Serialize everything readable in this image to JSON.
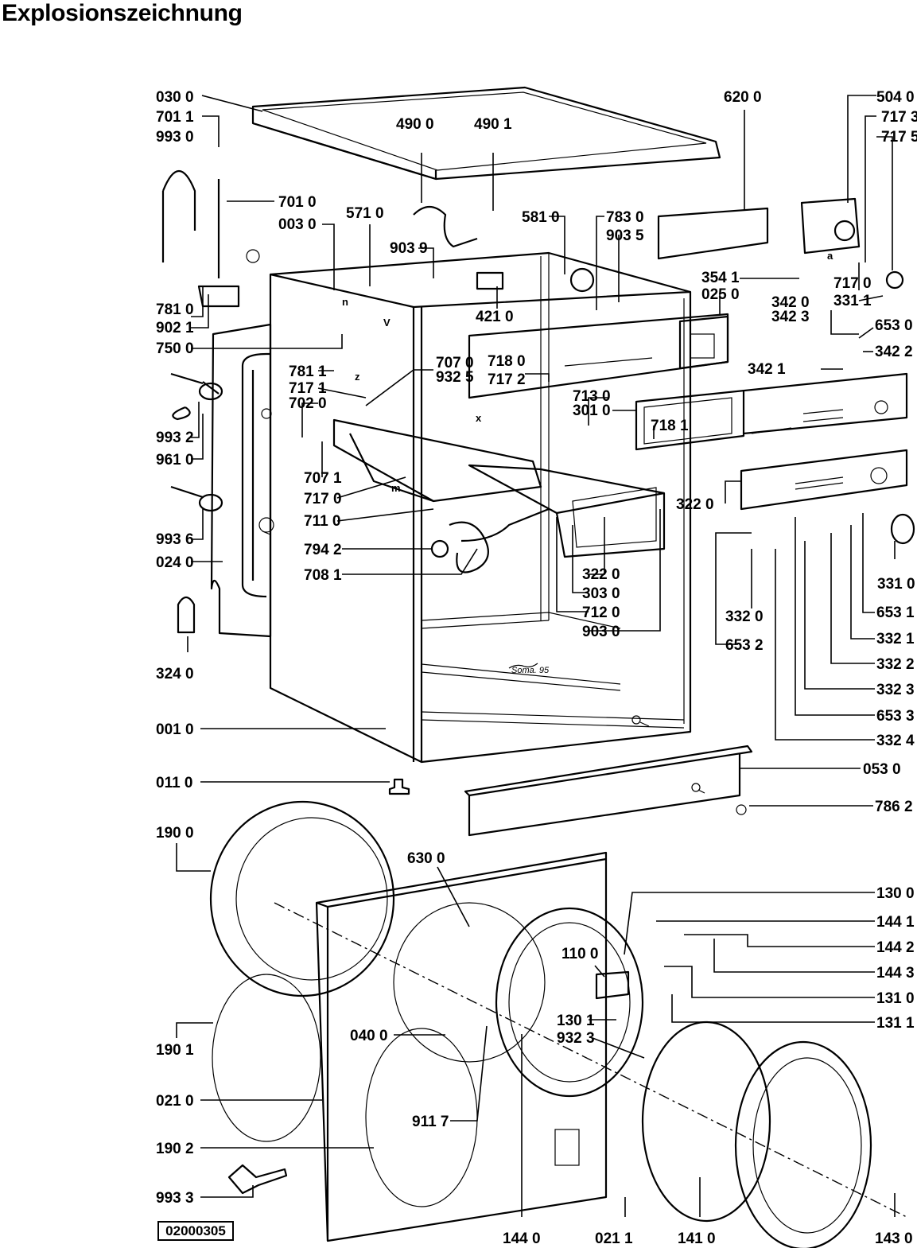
{
  "title": "Explosionszeichnung",
  "document_number": "02000305",
  "labels": [
    {
      "id": "l1",
      "text": "030 0"
    },
    {
      "id": "l2",
      "text": "701 1"
    },
    {
      "id": "l3",
      "text": "993 0"
    },
    {
      "id": "l4",
      "text": "490 0"
    },
    {
      "id": "l5",
      "text": "490 1"
    },
    {
      "id": "l6",
      "text": "620 0"
    },
    {
      "id": "l7",
      "text": "504 0"
    },
    {
      "id": "l8",
      "text": "717 3"
    },
    {
      "id": "l9",
      "text": "717 5"
    },
    {
      "id": "l10",
      "text": "701 0"
    },
    {
      "id": "l11",
      "text": "003 0"
    },
    {
      "id": "l12",
      "text": "571 0"
    },
    {
      "id": "l13",
      "text": "581 0"
    },
    {
      "id": "l14",
      "text": "783 0"
    },
    {
      "id": "l15",
      "text": "903 5"
    },
    {
      "id": "l16",
      "text": "903 9"
    },
    {
      "id": "l17",
      "text": "717 0"
    },
    {
      "id": "l18",
      "text": "331 1"
    },
    {
      "id": "l19",
      "text": "354 1"
    },
    {
      "id": "l20",
      "text": "025 0"
    },
    {
      "id": "l21",
      "text": "421 0"
    },
    {
      "id": "l22",
      "text": "781 0"
    },
    {
      "id": "l23",
      "text": "902 1"
    },
    {
      "id": "l24",
      "text": "750 0"
    },
    {
      "id": "l25",
      "text": "342 0"
    },
    {
      "id": "l26",
      "text": "342 3"
    },
    {
      "id": "l27",
      "text": "653 0"
    },
    {
      "id": "l28",
      "text": "342 2"
    },
    {
      "id": "l29",
      "text": "707 0"
    },
    {
      "id": "l30",
      "text": "932 5"
    },
    {
      "id": "l31",
      "text": "718 0"
    },
    {
      "id": "l32",
      "text": "717 2"
    },
    {
      "id": "l33",
      "text": "342 1"
    },
    {
      "id": "l34",
      "text": "781 1"
    },
    {
      "id": "l35",
      "text": "717 1"
    },
    {
      "id": "l36",
      "text": "702 0"
    },
    {
      "id": "l37",
      "text": "713 0"
    },
    {
      "id": "l38",
      "text": "301 0"
    },
    {
      "id": "l39",
      "text": "718 1"
    },
    {
      "id": "l40",
      "text": "993 2"
    },
    {
      "id": "l41",
      "text": "961 0"
    },
    {
      "id": "l42",
      "text": "707 1"
    },
    {
      "id": "l43",
      "text": "717 0"
    },
    {
      "id": "l44",
      "text": "711 0"
    },
    {
      "id": "l45",
      "text": "322 0"
    },
    {
      "id": "l46",
      "text": "993 6"
    },
    {
      "id": "l47",
      "text": "024 0"
    },
    {
      "id": "l48",
      "text": "794 2"
    },
    {
      "id": "l49",
      "text": "708 1"
    },
    {
      "id": "l50",
      "text": "322 0"
    },
    {
      "id": "l51",
      "text": "303 0"
    },
    {
      "id": "l52",
      "text": "712 0"
    },
    {
      "id": "l53",
      "text": "903 0"
    },
    {
      "id": "l54",
      "text": "331 0"
    },
    {
      "id": "l55",
      "text": "332 0"
    },
    {
      "id": "l56",
      "text": "653 2"
    },
    {
      "id": "l57",
      "text": "653 1"
    },
    {
      "id": "l58",
      "text": "332 1"
    },
    {
      "id": "l59",
      "text": "332 2"
    },
    {
      "id": "l60",
      "text": "332 3"
    },
    {
      "id": "l61",
      "text": "653 3"
    },
    {
      "id": "l62",
      "text": "332 4"
    },
    {
      "id": "l63",
      "text": "324 0"
    },
    {
      "id": "l64",
      "text": "001 0"
    },
    {
      "id": "l65",
      "text": "053 0"
    },
    {
      "id": "l66",
      "text": "011 0"
    },
    {
      "id": "l67",
      "text": "786 2"
    },
    {
      "id": "l68",
      "text": "190 0"
    },
    {
      "id": "l69",
      "text": "630 0"
    },
    {
      "id": "l70",
      "text": "130 0"
    },
    {
      "id": "l71",
      "text": "144 1"
    },
    {
      "id": "l72",
      "text": "144 2"
    },
    {
      "id": "l73",
      "text": "110 0"
    },
    {
      "id": "l74",
      "text": "144 3"
    },
    {
      "id": "l75",
      "text": "131 0"
    },
    {
      "id": "l76",
      "text": "130 1"
    },
    {
      "id": "l77",
      "text": "932 3"
    },
    {
      "id": "l78",
      "text": "131 1"
    },
    {
      "id": "l79",
      "text": "190 1"
    },
    {
      "id": "l80",
      "text": "040 0"
    },
    {
      "id": "l81",
      "text": "021 0"
    },
    {
      "id": "l82",
      "text": "911 7"
    },
    {
      "id": "l83",
      "text": "190 2"
    },
    {
      "id": "l84",
      "text": "993 3"
    },
    {
      "id": "l85",
      "text": "144 0"
    },
    {
      "id": "l86",
      "text": "021 1"
    },
    {
      "id": "l87",
      "text": "141 0"
    },
    {
      "id": "l88",
      "text": "143 0"
    }
  ],
  "small_marks": [
    "V",
    "n",
    "z",
    "m",
    "x",
    "a"
  ],
  "handwritten_note": "Soma. 95"
}
